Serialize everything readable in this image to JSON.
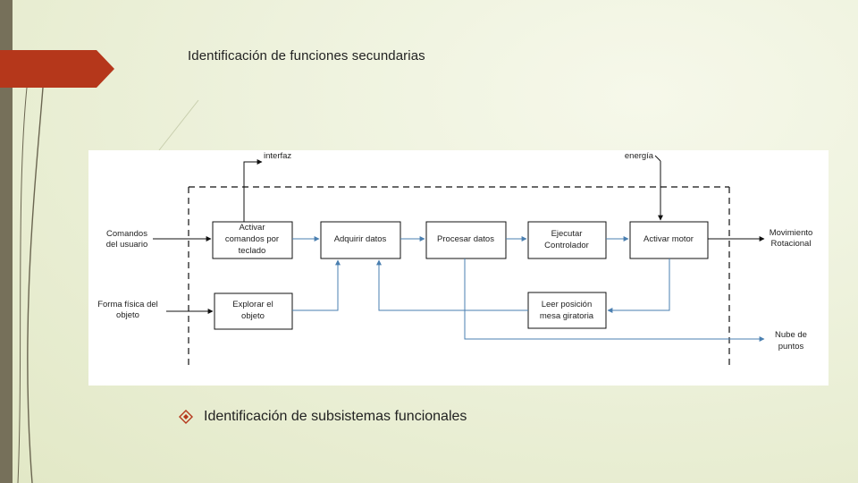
{
  "slide": {
    "title": "Identificación de funciones secundarias",
    "bullet_text": "Identificación de subsistemas funcionales"
  },
  "diagram": {
    "inputs": {
      "comandos_line1": "Comandos",
      "comandos_line2": "del usuario",
      "forma_line1": "Forma física del",
      "forma_line2": "objeto"
    },
    "top_labels": {
      "interfaz": "interfaz",
      "energia": "energía"
    },
    "blocks": {
      "activar_comandos": [
        "Activar",
        "comandos por",
        "teclado"
      ],
      "adquirir_datos": [
        "Adquirir datos"
      ],
      "procesar_datos": [
        "Procesar datos"
      ],
      "ejecutar_controlador": [
        "Ejecutar",
        "Controlador"
      ],
      "activar_motor": [
        "Activar motor"
      ],
      "explorar_objeto": [
        "Explorar el",
        "objeto"
      ],
      "leer_posicion": [
        "Leer posición",
        "mesa giratoria"
      ]
    },
    "outputs": {
      "movimiento_line1": "Movimiento",
      "movimiento_line2": "Rotacional",
      "nube_line1": "Nube de",
      "nube_line2": "puntos"
    }
  },
  "colors": {
    "accent_red": "#b5371b",
    "side_bar": "#76705a",
    "arrow_blue": "#4a7fb0"
  }
}
